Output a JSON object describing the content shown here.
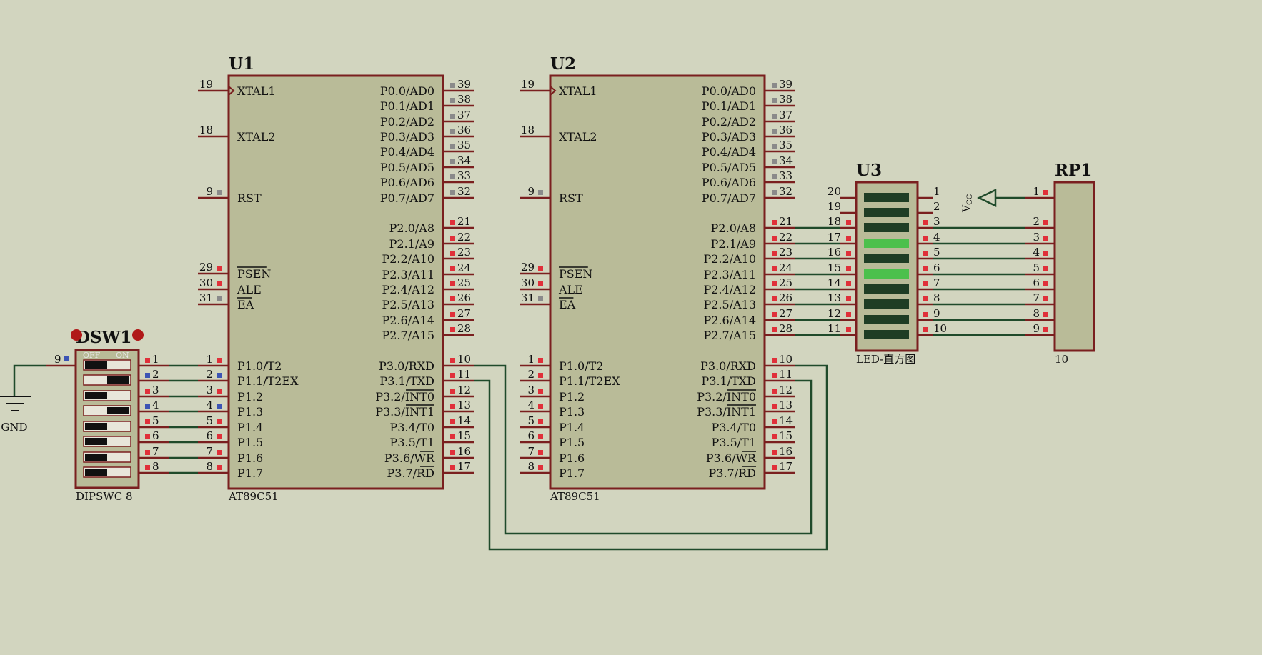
{
  "colors": {
    "background": "#d2d5bf",
    "body_fill": "#b9bb98",
    "body_stroke": "#7a1f1f",
    "pin": "#7a1f1f",
    "wire": "#1f4a2a",
    "text": "#111111",
    "pin_active": "#e0303a",
    "pin_passive": "#8a8a8a",
    "pin_low": "#3c54b4",
    "led_off": "#1f3d24",
    "led_on": "#4cc04c"
  },
  "chips": [
    {
      "ref": "U1",
      "part": "AT89C51",
      "left_pins": [
        {
          "num": "19",
          "name": "XTAL1",
          "clock": true
        },
        {
          "num": "18",
          "name": "XTAL2"
        },
        {
          "num": "9",
          "name": "RST",
          "state": "passive"
        },
        {
          "num": "29",
          "name": "PSEN",
          "bar": true,
          "state": "active"
        },
        {
          "num": "30",
          "name": "ALE",
          "state": "active"
        },
        {
          "num": "31",
          "name": "EA",
          "bar": true,
          "state": "passive"
        },
        {
          "num": "1",
          "name": "P1.0/T2",
          "state": "active"
        },
        {
          "num": "2",
          "name": "P1.1/T2EX",
          "state": "low"
        },
        {
          "num": "3",
          "name": "P1.2",
          "state": "active"
        },
        {
          "num": "4",
          "name": "P1.3",
          "state": "low"
        },
        {
          "num": "5",
          "name": "P1.4",
          "state": "active"
        },
        {
          "num": "6",
          "name": "P1.5",
          "state": "active"
        },
        {
          "num": "7",
          "name": "P1.6",
          "state": "active"
        },
        {
          "num": "8",
          "name": "P1.7",
          "state": "active"
        }
      ],
      "right_pins": [
        {
          "num": "39",
          "name": "P0.0/AD0",
          "state": "passive"
        },
        {
          "num": "38",
          "name": "P0.1/AD1",
          "state": "passive"
        },
        {
          "num": "37",
          "name": "P0.2/AD2",
          "state": "passive"
        },
        {
          "num": "36",
          "name": "P0.3/AD3",
          "state": "passive"
        },
        {
          "num": "35",
          "name": "P0.4/AD4",
          "state": "passive"
        },
        {
          "num": "34",
          "name": "P0.5/AD5",
          "state": "passive"
        },
        {
          "num": "33",
          "name": "P0.6/AD6",
          "state": "passive"
        },
        {
          "num": "32",
          "name": "P0.7/AD7",
          "state": "passive"
        },
        {
          "num": "21",
          "name": "P2.0/A8",
          "state": "active"
        },
        {
          "num": "22",
          "name": "P2.1/A9",
          "state": "active"
        },
        {
          "num": "23",
          "name": "P2.2/A10",
          "state": "active"
        },
        {
          "num": "24",
          "name": "P2.3/A11",
          "state": "active"
        },
        {
          "num": "25",
          "name": "P2.4/A12",
          "state": "active"
        },
        {
          "num": "26",
          "name": "P2.5/A13",
          "state": "active"
        },
        {
          "num": "27",
          "name": "P2.6/A14",
          "state": "active"
        },
        {
          "num": "28",
          "name": "P2.7/A15",
          "state": "active"
        },
        {
          "num": "10",
          "name": "P3.0/RXD",
          "state": "active"
        },
        {
          "num": "11",
          "name": "P3.1/TXD",
          "state": "active"
        },
        {
          "num": "12",
          "name": "P3.2/INT0",
          "bar_suffix": "INT0",
          "state": "active"
        },
        {
          "num": "13",
          "name": "P3.3/INT1",
          "bar_suffix": "INT1",
          "state": "active"
        },
        {
          "num": "14",
          "name": "P3.4/T0",
          "state": "active"
        },
        {
          "num": "15",
          "name": "P3.5/T1",
          "state": "active"
        },
        {
          "num": "16",
          "name": "P3.6/WR",
          "bar_suffix": "WR",
          "state": "active"
        },
        {
          "num": "17",
          "name": "P3.7/RD",
          "bar_suffix": "RD",
          "state": "active"
        }
      ]
    },
    {
      "ref": "U2",
      "part": "AT89C51",
      "left_pins": [
        {
          "num": "19",
          "name": "XTAL1",
          "clock": true
        },
        {
          "num": "18",
          "name": "XTAL2"
        },
        {
          "num": "9",
          "name": "RST",
          "state": "passive"
        },
        {
          "num": "29",
          "name": "PSEN",
          "bar": true,
          "state": "active"
        },
        {
          "num": "30",
          "name": "ALE",
          "state": "active"
        },
        {
          "num": "31",
          "name": "EA",
          "bar": true,
          "state": "passive"
        },
        {
          "num": "1",
          "name": "P1.0/T2",
          "state": "active"
        },
        {
          "num": "2",
          "name": "P1.1/T2EX",
          "state": "active"
        },
        {
          "num": "3",
          "name": "P1.2",
          "state": "active"
        },
        {
          "num": "4",
          "name": "P1.3",
          "state": "active"
        },
        {
          "num": "5",
          "name": "P1.4",
          "state": "active"
        },
        {
          "num": "6",
          "name": "P1.5",
          "state": "active"
        },
        {
          "num": "7",
          "name": "P1.6",
          "state": "active"
        },
        {
          "num": "8",
          "name": "P1.7",
          "state": "active"
        }
      ],
      "right_pins": [
        {
          "num": "39",
          "name": "P0.0/AD0",
          "state": "passive"
        },
        {
          "num": "38",
          "name": "P0.1/AD1",
          "state": "passive"
        },
        {
          "num": "37",
          "name": "P0.2/AD2",
          "state": "passive"
        },
        {
          "num": "36",
          "name": "P0.3/AD3",
          "state": "passive"
        },
        {
          "num": "35",
          "name": "P0.4/AD4",
          "state": "passive"
        },
        {
          "num": "34",
          "name": "P0.5/AD5",
          "state": "passive"
        },
        {
          "num": "33",
          "name": "P0.6/AD6",
          "state": "passive"
        },
        {
          "num": "32",
          "name": "P0.7/AD7",
          "state": "passive"
        },
        {
          "num": "21",
          "name": "P2.0/A8",
          "state": "active"
        },
        {
          "num": "22",
          "name": "P2.1/A9",
          "state": "active"
        },
        {
          "num": "23",
          "name": "P2.2/A10",
          "state": "active"
        },
        {
          "num": "24",
          "name": "P2.3/A11",
          "state": "active"
        },
        {
          "num": "25",
          "name": "P2.4/A12",
          "state": "active"
        },
        {
          "num": "26",
          "name": "P2.5/A13",
          "state": "active"
        },
        {
          "num": "27",
          "name": "P2.6/A14",
          "state": "active"
        },
        {
          "num": "28",
          "name": "P2.7/A15",
          "state": "active"
        },
        {
          "num": "10",
          "name": "P3.0/RXD",
          "state": "active"
        },
        {
          "num": "11",
          "name": "P3.1/TXD",
          "state": "active"
        },
        {
          "num": "12",
          "name": "P3.2/INT0",
          "bar_suffix": "INT0",
          "state": "active"
        },
        {
          "num": "13",
          "name": "P3.3/INT1",
          "bar_suffix": "INT1",
          "state": "active"
        },
        {
          "num": "14",
          "name": "P3.4/T0",
          "state": "active"
        },
        {
          "num": "15",
          "name": "P3.5/T1",
          "state": "active"
        },
        {
          "num": "16",
          "name": "P3.6/WR",
          "bar_suffix": "WR",
          "state": "active"
        },
        {
          "num": "17",
          "name": "P3.7/RD",
          "bar_suffix": "RD",
          "state": "active"
        }
      ]
    }
  ],
  "dipswitch": {
    "ref": "DSW1",
    "part": "DIPSWC 8",
    "off_label": "OFF",
    "on_label": "ON",
    "common_pin": "9",
    "pins": [
      "1",
      "2",
      "3",
      "4",
      "5",
      "6",
      "7",
      "8"
    ],
    "positions": [
      "off",
      "on",
      "off",
      "on",
      "off",
      "off",
      "off",
      "off"
    ],
    "pin_states": [
      "active",
      "low",
      "active",
      "low",
      "active",
      "active",
      "active",
      "active"
    ]
  },
  "ground": {
    "label": "GND"
  },
  "bargraph": {
    "ref": "U3",
    "part": "LED-直方图",
    "left_pins": [
      "20",
      "19",
      "18",
      "17",
      "16",
      "15",
      "14",
      "13",
      "12",
      "11"
    ],
    "right_pins": [
      "1",
      "2",
      "3",
      "4",
      "5",
      "6",
      "7",
      "8",
      "9",
      "10"
    ],
    "segments_lit": [
      false,
      false,
      false,
      true,
      false,
      true,
      false,
      false,
      false,
      false
    ]
  },
  "resnet": {
    "ref": "RP1",
    "pins": [
      "1",
      "2",
      "3",
      "4",
      "5",
      "6",
      "7",
      "8",
      "9"
    ],
    "bottom_pin": "10",
    "power_label": "VCC"
  }
}
